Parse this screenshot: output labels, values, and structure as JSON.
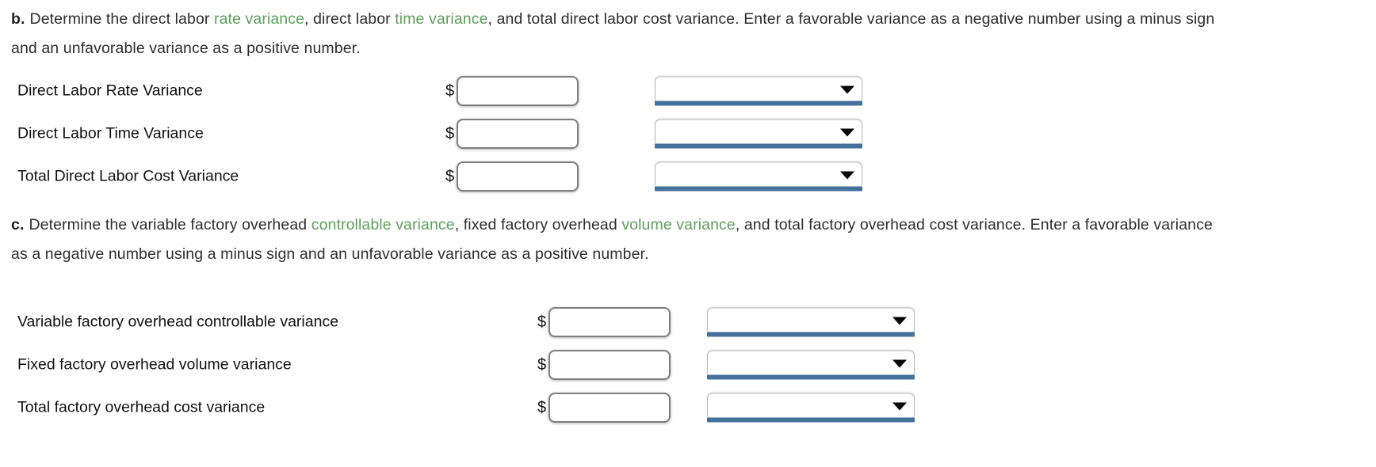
{
  "page": {
    "background": "#ffffff",
    "term_link_color": "#5ea05c",
    "select_underline_color": "#44719c"
  },
  "sections": [
    {
      "prefix": "b.",
      "instruction_parts": {
        "p1": "Determine the direct labor ",
        "term1": "rate variance",
        "p2": ", direct labor ",
        "term2": "time variance",
        "p3": ", and total direct labor cost variance. Enter a favorable variance as a negative number using a minus sign and an unfavorable variance as a positive number."
      },
      "rows": [
        {
          "label": "Direct Labor Rate Variance",
          "currency_symbol": "$",
          "amount_value": "",
          "select_value": ""
        },
        {
          "label": "Direct Labor Time Variance",
          "currency_symbol": "$",
          "amount_value": "",
          "select_value": ""
        },
        {
          "label": "Total Direct Labor Cost Variance",
          "currency_symbol": "$",
          "amount_value": "",
          "select_value": ""
        }
      ]
    },
    {
      "prefix": "c.",
      "instruction_parts": {
        "p1": "Determine the variable factory overhead ",
        "term1": "controllable variance",
        "p2": ", fixed factory overhead ",
        "term2": "volume variance",
        "p3": ", and total factory overhead cost variance. Enter a favorable variance as a negative number using a minus sign and an unfavorable variance as a positive number."
      },
      "rows": [
        {
          "label": "Variable factory overhead controllable variance",
          "currency_symbol": "$",
          "amount_value": "",
          "select_value": ""
        },
        {
          "label": "Fixed factory overhead volume variance",
          "currency_symbol": "$",
          "amount_value": "",
          "select_value": ""
        },
        {
          "label": "Total factory overhead cost variance",
          "currency_symbol": "$",
          "amount_value": "",
          "select_value": ""
        }
      ]
    }
  ]
}
